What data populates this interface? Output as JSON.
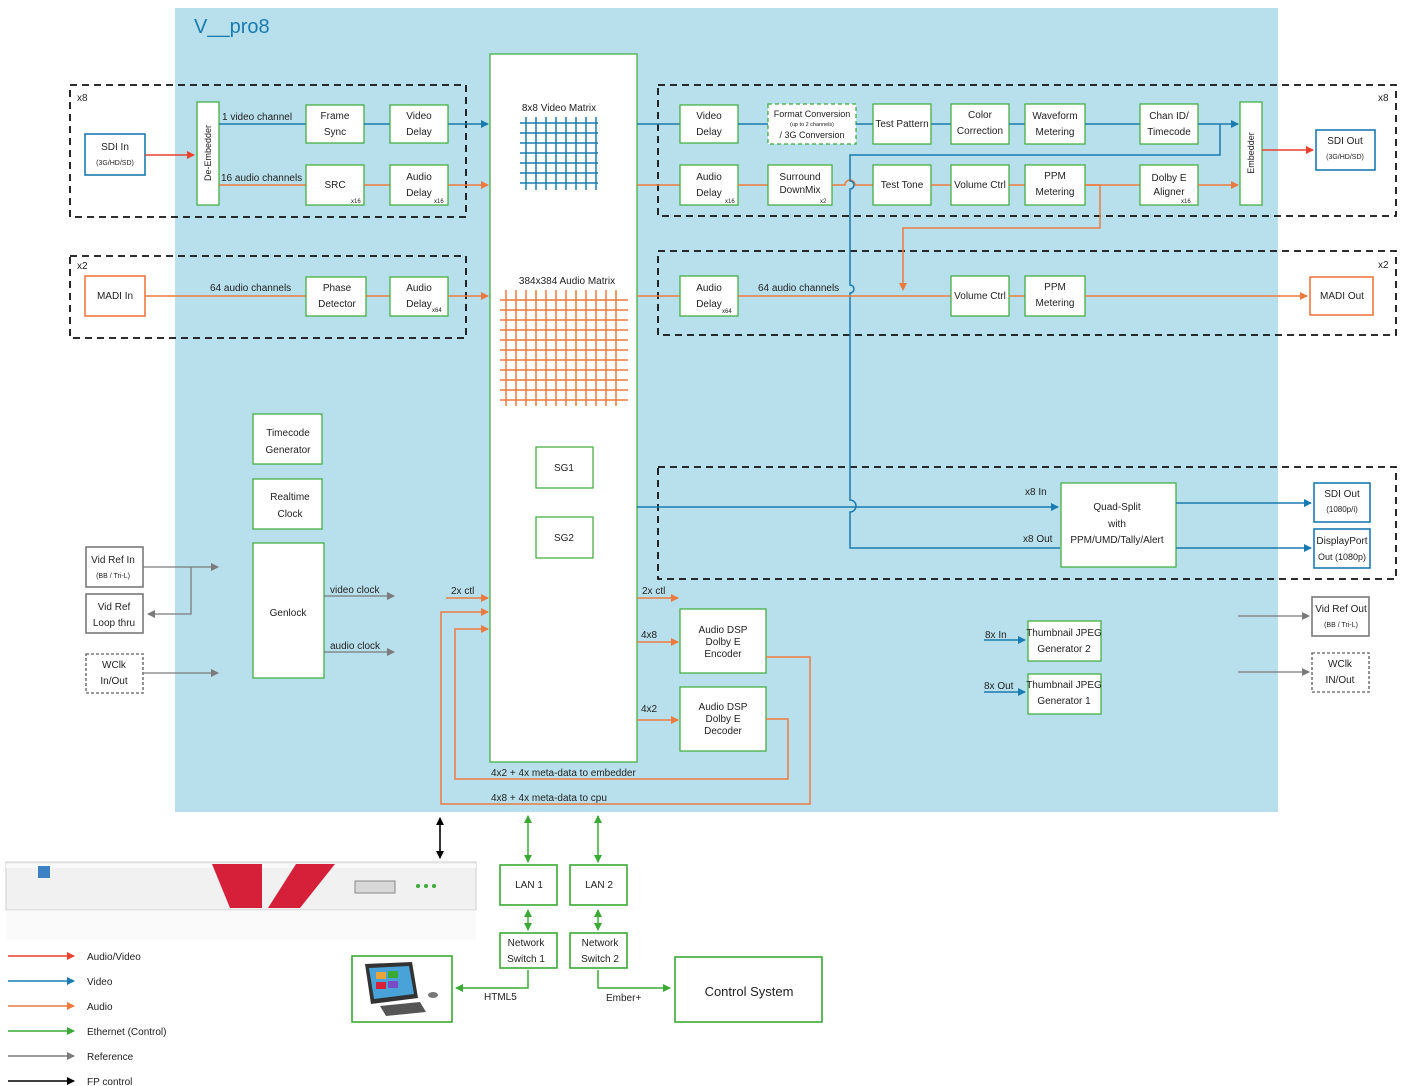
{
  "title": "V__pro8",
  "colors": {
    "background": "#b8e0ec",
    "audio_video": "#e8412e",
    "video": "#1a7bb0",
    "audio": "#ec7a3f",
    "ethernet": "#3aaa35",
    "reference": "#7a7a7a",
    "fp_control": "#000000",
    "box_border_green": "#3aaa35"
  },
  "multipliers": {
    "top_left": "x8",
    "top_right": "x8",
    "madi_left": "x2",
    "madi_right": "x2"
  },
  "inputs": {
    "sdi_in": [
      "SDI In",
      "(3G/HD/SD)"
    ],
    "madi_in": "MADI In",
    "vid_ref_in": [
      "Vid Ref In",
      "(BB / Tri-L)"
    ],
    "vid_ref_loop": [
      "Vid Ref",
      "Loop thru"
    ],
    "wclk_in": [
      "WClk",
      "In/Out"
    ]
  },
  "outputs": {
    "sdi_out": [
      "SDI Out",
      "(3G/HD/SD)"
    ],
    "madi_out": "MADI Out",
    "sdi_out_1080": [
      "SDI Out",
      "(1080p/i)"
    ],
    "displayport_out": [
      "DisplayPort",
      "Out (1080p)"
    ],
    "vid_ref_out": [
      "Vid Ref Out",
      "(BB / Tri-L)"
    ],
    "wclk_out": [
      "WClk",
      "IN/Out"
    ]
  },
  "blocks": {
    "de_embedder": "De-Embedder",
    "embedder": "Embedder",
    "frame_sync": [
      "Frame",
      "Sync"
    ],
    "video_delay_in": [
      "Video",
      "Delay"
    ],
    "src": "SRC",
    "audio_delay_in": [
      "Audio",
      "Delay"
    ],
    "phase_detector": [
      "Phase",
      "Detector"
    ],
    "audio_delay_madi_in": [
      "Audio",
      "Delay"
    ],
    "video_matrix": "8x8 Video Matrix",
    "audio_matrix": "384x384 Audio Matrix",
    "sg1": "SG1",
    "sg2": "SG2",
    "video_delay_out": [
      "Video",
      "Delay"
    ],
    "format_conversion": [
      "Format Conversion",
      "(up to 2 channels)",
      "/ 3G Conversion"
    ],
    "test_pattern": "Test Pattern",
    "color_correction": [
      "Color",
      "Correction"
    ],
    "waveform_metering": [
      "Waveform",
      "Metering"
    ],
    "chan_id": [
      "Chan ID/",
      "Timecode"
    ],
    "audio_delay_out": [
      "Audio",
      "Delay"
    ],
    "surround_downmix": [
      "Surround",
      "DownMix"
    ],
    "test_tone": "Test Tone",
    "volume_ctrl": "Volume Ctrl",
    "ppm_metering": [
      "PPM",
      "Metering"
    ],
    "dolby_e_aligner": [
      "Dolby E",
      "Aligner"
    ],
    "audio_delay_madi_out": [
      "Audio",
      "Delay"
    ],
    "volume_ctrl_madi": "Volume Ctrl",
    "ppm_metering_madi": [
      "PPM",
      "Metering"
    ],
    "quad_split": [
      "Quad-Split",
      "with",
      "PPM/UMD/Tally/Alert"
    ],
    "timecode_generator": [
      "Timecode",
      "Generator"
    ],
    "realtime_clock": [
      "Realtime",
      "Clock"
    ],
    "genlock": "Genlock",
    "audio_dsp_encoder": [
      "Audio DSP",
      "Dolby E",
      "Encoder"
    ],
    "audio_dsp_decoder": [
      "Audio DSP",
      "Dolby E",
      "Decoder"
    ],
    "thumbnail_2": [
      "Thumbnail JPEG",
      "Generator 2"
    ],
    "thumbnail_1": [
      "Thumbnail JPEG",
      "Generator 1"
    ],
    "lan1": "LAN 1",
    "lan2": "LAN 2",
    "switch1": [
      "Network",
      "Switch 1"
    ],
    "switch2": [
      "Network",
      "Switch 2"
    ],
    "control_system": "Control System"
  },
  "badges": {
    "src": "x16",
    "audio_delay_in": "x16",
    "madi_delay_in": "x64",
    "audio_delay_out": "x16",
    "surround": "x2",
    "dolby_aligner": "x16",
    "madi_delay_out": "x64"
  },
  "labels": {
    "one_video_channel": "1 video channel",
    "sixteen_audio": "16 audio channels",
    "sixtyfour_audio_in": "64 audio channels",
    "sixtyfour_audio_out": "64 audio channels",
    "x8_in": "x8 In",
    "x8_out": "x8 Out",
    "video_clock": "video clock",
    "audio_clock": "audio clock",
    "ctl_left": "2x ctl",
    "ctl_right": "2x ctl",
    "enc_4x8": "4x8",
    "dec_4x2": "4x2",
    "thumb_in": "8x In",
    "thumb_out": "8x Out",
    "meta_embedder": "4x2 + 4x meta-data to embedder",
    "meta_cpu": "4x8 + 4x meta-data to cpu",
    "html5": "HTML5",
    "ember": "Ember+"
  },
  "legend": [
    {
      "label": "Audio/Video",
      "color": "#e8412e"
    },
    {
      "label": "Video",
      "color": "#1a7bb0"
    },
    {
      "label": "Audio",
      "color": "#ec7a3f"
    },
    {
      "label": "Ethernet (Control)",
      "color": "#3aaa35"
    },
    {
      "label": "Reference",
      "color": "#7a7a7a"
    },
    {
      "label": "FP control",
      "color": "#000000"
    }
  ]
}
